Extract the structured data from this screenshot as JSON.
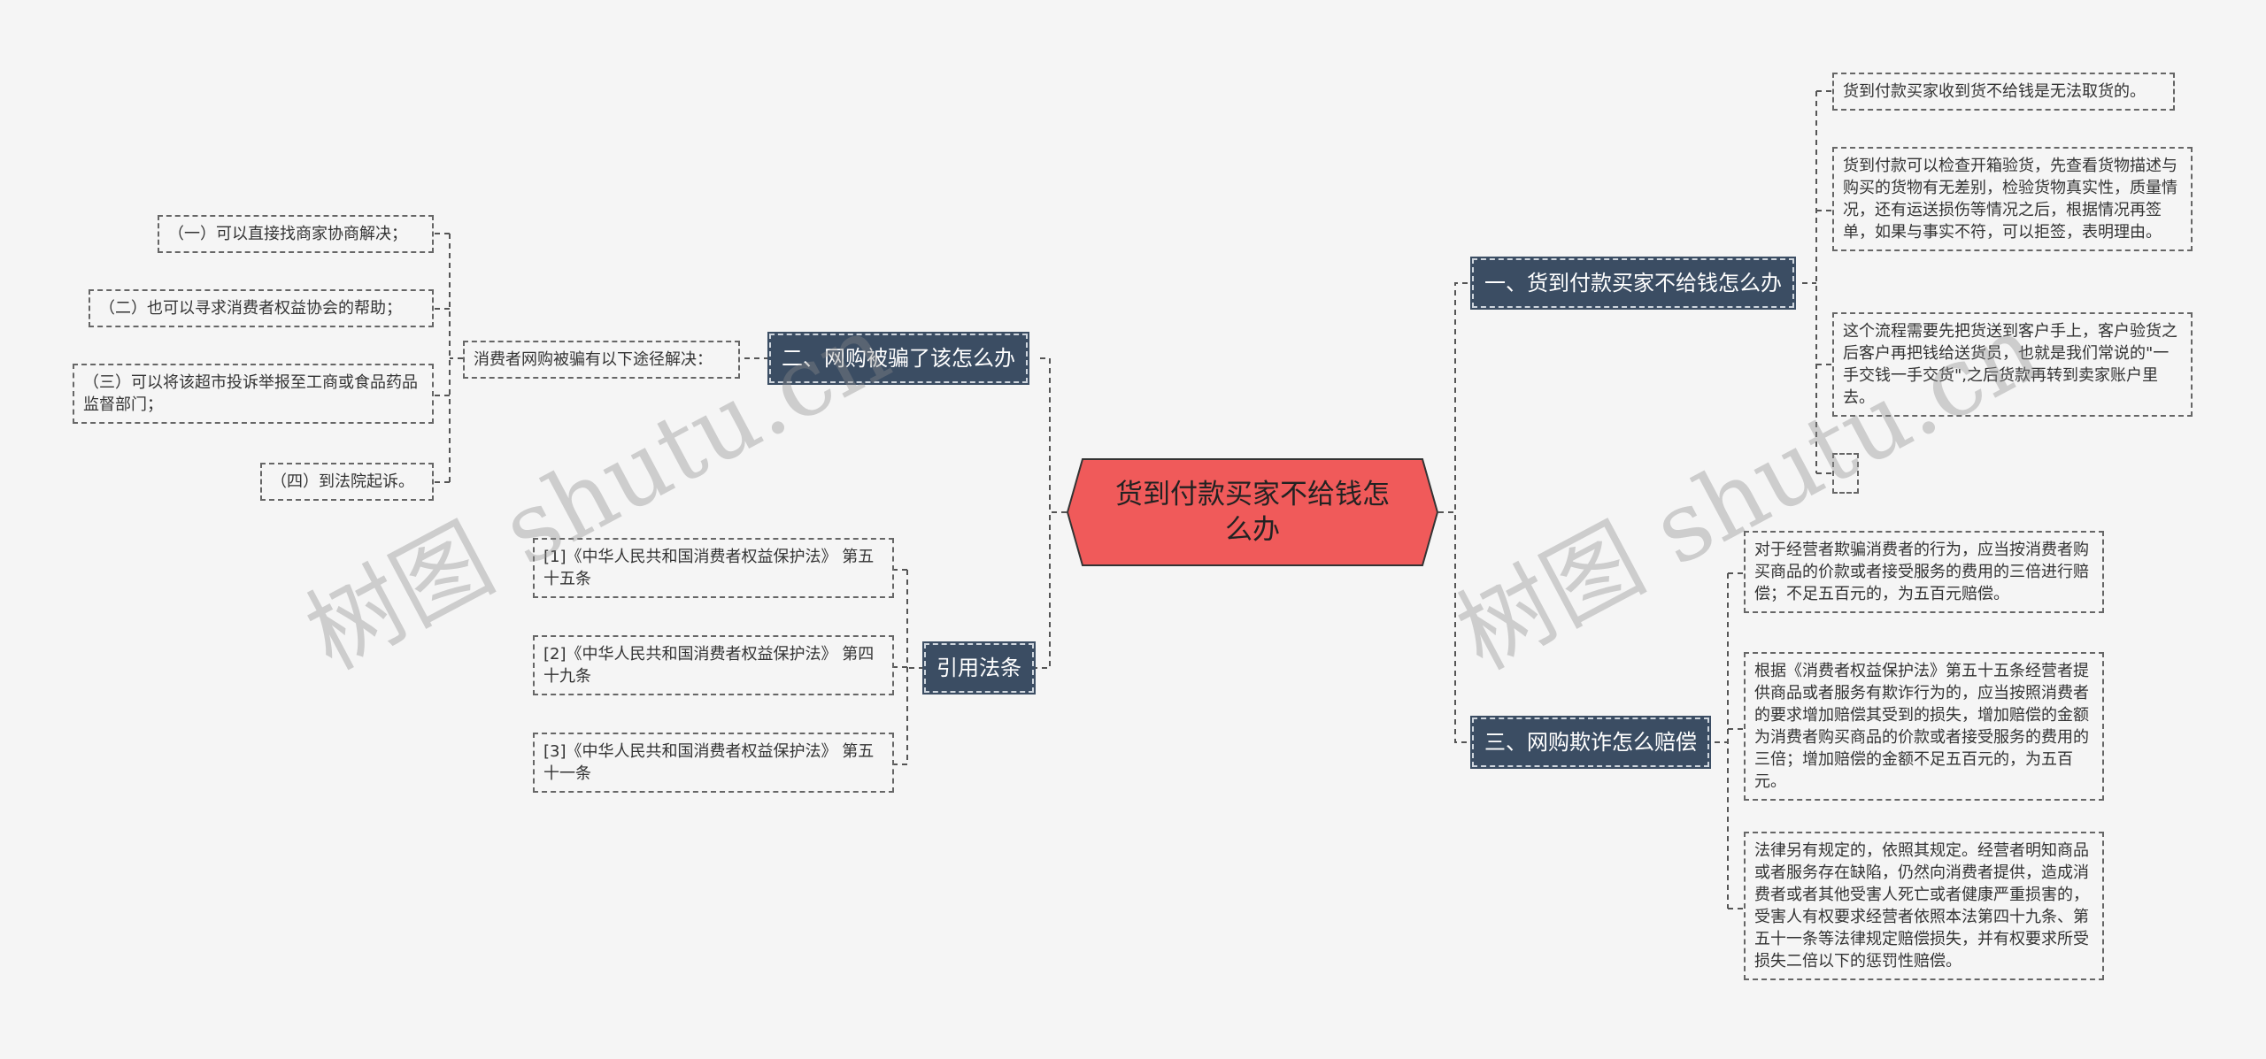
{
  "root": {
    "title": "货到付款买家不给钱怎么办"
  },
  "branches": {
    "b1": "一、货到付款买家不给钱怎么办",
    "b2": "二、网购被骗了该怎么办",
    "b3": "三、网购欺诈怎么赔偿",
    "b4": "引用法条"
  },
  "b1_leaves": [
    "货到付款买家收到货不给钱是无法取货的。",
    "货到付款可以检查开箱验货，先查看货物描述与购买的货物有无差别，检验货物真实性，质量情况，还有运送损伤等情况之后，根据情况再签单，如果与事实不符，可以拒签，表明理由。",
    "这个流程需要先把货送到客户手上，客户验货之后客户再把钱给送货员，也就是我们常说的\"一手交钱一手交货\",之后货款再转到卖家账户里去。",
    ""
  ],
  "b2_sub": "消费者网购被骗有以下途径解决：",
  "b2_leaves": [
    "（一）可以直接找商家协商解决；",
    "（二）也可以寻求消费者权益协会的帮助；",
    "（三）可以将该超市投诉举报至工商或食品药品监督部门；",
    "（四）到法院起诉。"
  ],
  "b3_leaves": [
    "对于经营者欺骗消费者的行为，应当按消费者购买商品的价款或者接受服务的费用的三倍进行赔偿；不足五百元的，为五百元赔偿。",
    "根据《消费者权益保护法》第五十五条经营者提供商品或者服务有欺诈行为的，应当按照消费者的要求增加赔偿其受到的损失，增加赔偿的金额为消费者购买商品的价款或者接受服务的费用的三倍；增加赔偿的金额不足五百元的，为五百元。",
    "法律另有规定的，依照其规定。经营者明知商品或者服务存在缺陷，仍然向消费者提供，造成消费者或者其他受害人死亡或者健康严重损害的，受害人有权要求经营者依照本法第四十九条、第五十一条等法律规定赔偿损失，并有权要求所受损失二倍以下的惩罚性赔偿。"
  ],
  "b4_leaves": [
    "[1]《中华人民共和国消费者权益保护法》 第五十五条",
    "[2]《中华人民共和国消费者权益保护法》 第四十九条",
    "[3]《中华人民共和国消费者权益保护法》 第五十一条"
  ],
  "watermarks": [
    "树图 shutu.cn",
    "树图 shutu.cn"
  ],
  "colors": {
    "root_fill": "#f05a5a",
    "branch_fill": "#3b4d63",
    "background": "#f5f5f5"
  }
}
